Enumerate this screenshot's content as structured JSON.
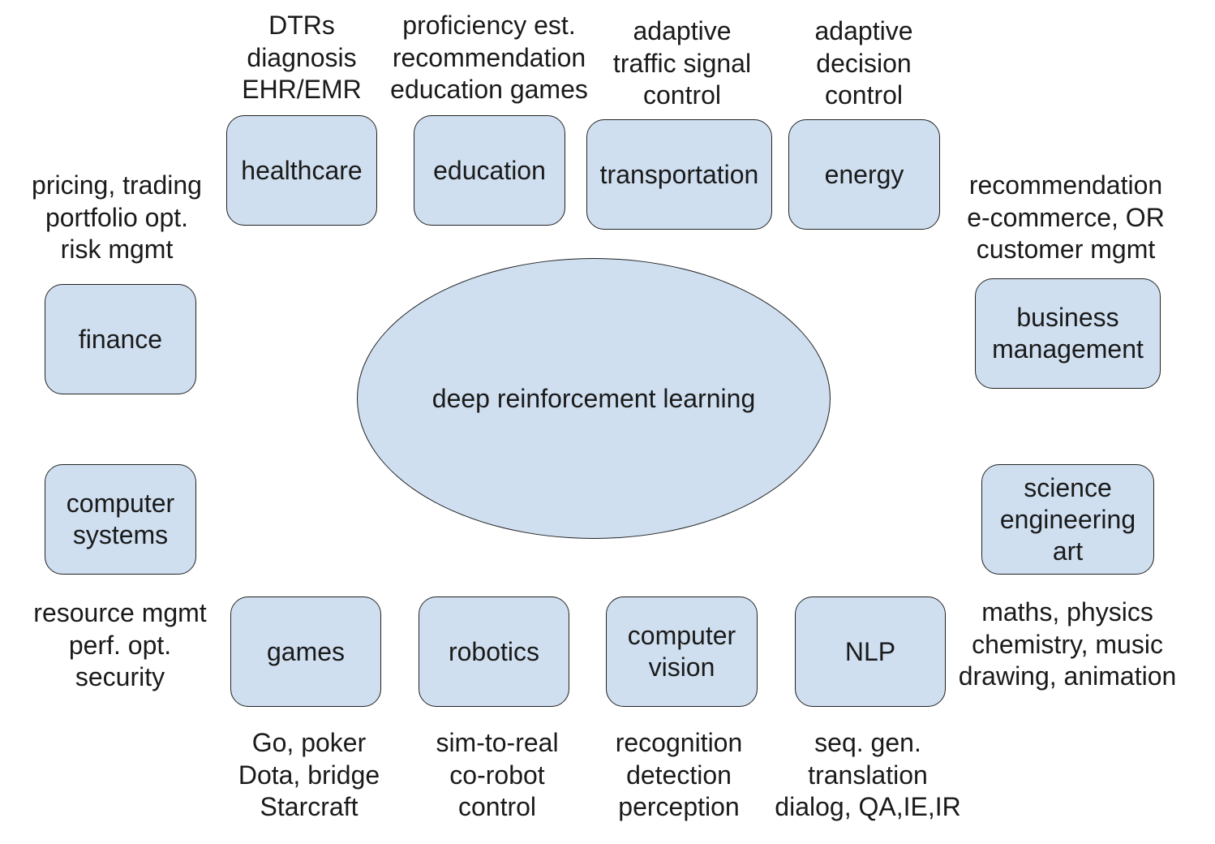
{
  "center": {
    "label": "deep reinforcement learning"
  },
  "domains": {
    "healthcare": {
      "label": "healthcare",
      "examples": [
        "DTRs",
        "diagnosis",
        "EHR/EMR"
      ]
    },
    "education": {
      "label": "education",
      "examples": [
        "proficiency est.",
        "recommendation",
        "education games"
      ]
    },
    "transportation": {
      "label": "transportation",
      "examples": [
        "adaptive",
        "traffic signal",
        "control"
      ]
    },
    "energy": {
      "label": "energy",
      "examples": [
        "adaptive",
        "decision",
        "control"
      ]
    },
    "finance": {
      "label": "finance",
      "examples": [
        "pricing, trading",
        "portfolio opt.",
        "risk mgmt"
      ]
    },
    "business": {
      "label_lines": [
        "business",
        "management"
      ],
      "examples": [
        "recommendation",
        "e-commerce, OR",
        "customer mgmt"
      ]
    },
    "computer_systems": {
      "label_lines": [
        "computer",
        "systems"
      ],
      "examples": [
        "resource mgmt",
        "perf. opt.",
        "security"
      ]
    },
    "science": {
      "label_lines": [
        "science",
        "engineering",
        "art"
      ],
      "examples": [
        "maths, physics",
        "chemistry, music",
        "drawing, animation"
      ]
    },
    "games": {
      "label": "games",
      "examples": [
        "Go, poker",
        "Dota, bridge",
        "Starcraft"
      ]
    },
    "robotics": {
      "label": "robotics",
      "examples": [
        "sim-to-real",
        "co-robot",
        "control"
      ]
    },
    "computer_vision": {
      "label_lines": [
        "computer",
        "vision"
      ],
      "examples": [
        "recognition",
        "detection",
        "perception"
      ]
    },
    "nlp": {
      "label": "NLP",
      "examples": [
        "seq. gen.",
        "translation",
        "dialog, QA,IE,IR"
      ]
    }
  },
  "colors": {
    "node_fill": "#cfdff0",
    "node_border": "#222222",
    "text": "#1a1a1a",
    "background": "#ffffff"
  }
}
